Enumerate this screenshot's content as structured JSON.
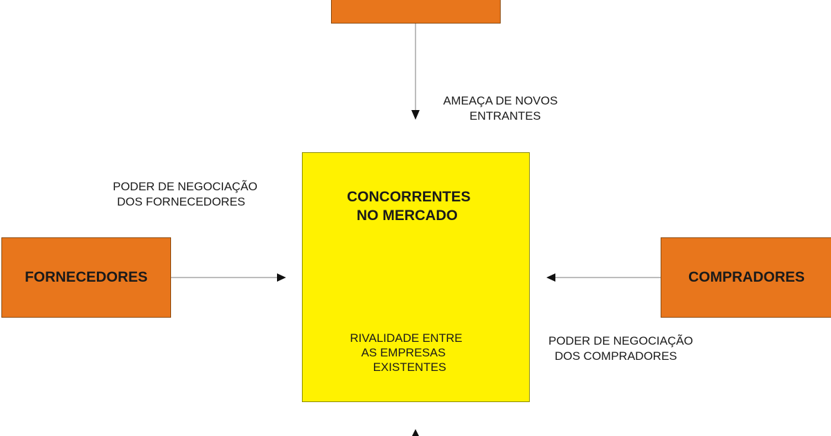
{
  "boxes": {
    "top": {
      "label": ""
    },
    "left": {
      "label": "FORNECEDORES"
    },
    "right": {
      "label": "COMPRADORES"
    },
    "center": {
      "title_line1": "CONCORRENTES",
      "title_line2": "NO MERCADO",
      "rivalry_line1": "RIVALIDADE ENTRE",
      "rivalry_line2": "AS EMPRESAS",
      "rivalry_line3": "EXISTENTES"
    }
  },
  "labels": {
    "entrants_line1": "AMEAÇA DE NOVOS",
    "entrants_line2": "ENTRANTES",
    "suppliers_line1": "PODER DE NEGOCIAÇÃO",
    "suppliers_line2": "DOS FORNECEDORES",
    "buyers_line1": "PODER DE NEGOCIAÇÃO",
    "buyers_line2": "DOS COMPRADORES"
  },
  "colors": {
    "outer_box": "#e8761c",
    "center_box": "#fff200",
    "line": "#7a7a7a",
    "arrowhead": "#111111"
  }
}
